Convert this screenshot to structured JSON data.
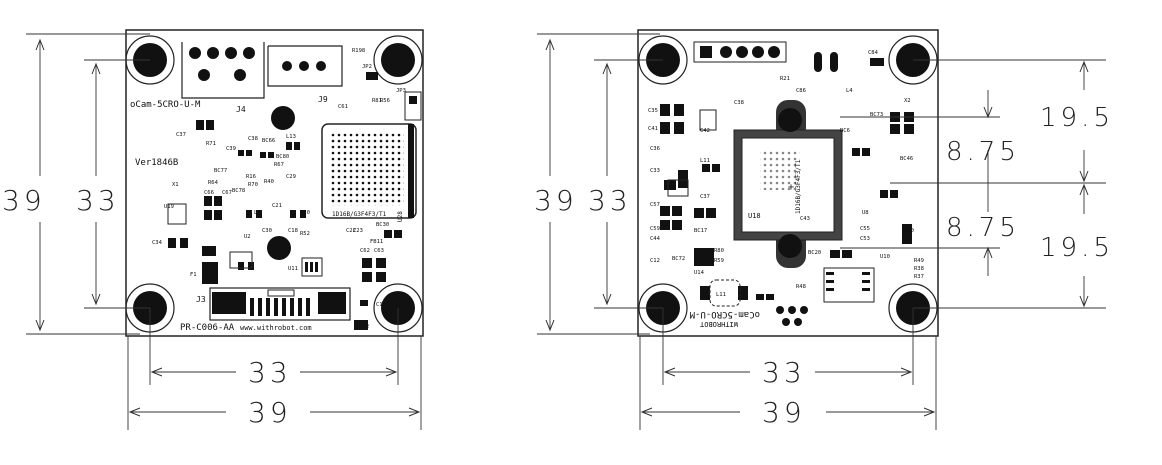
{
  "front": {
    "dims": {
      "height_outer": "39",
      "height_inner": "33",
      "width_inner": "33",
      "width_outer": "39"
    },
    "board_name": "oCam-5CRO-U-M",
    "version": "Ver1846B",
    "pcb_code": "PR-C006-AA",
    "website": "www.withrobot.com",
    "connectors": [
      "J4",
      "J9",
      "J3"
    ],
    "chip_label": "U28",
    "chip_id": "1D16B/G3F4F3/T1",
    "labels": [
      "R198",
      "JP2",
      "JP3",
      "C61",
      "R81",
      "R56",
      "C37",
      "R71",
      "C38",
      "BC66",
      "L13",
      "C39",
      "BC80",
      "R67",
      "BC77",
      "R16",
      "R70",
      "C29",
      "R40",
      "R64",
      "BC78",
      "C66",
      "C67",
      "X1",
      "C21",
      "L3",
      "R50",
      "C30",
      "C18",
      "R52",
      "C22",
      "C23",
      "BC30",
      "FB11",
      "U19",
      "C34",
      "U2",
      "F1",
      "U11",
      "C62",
      "C63",
      "C16",
      "FB12"
    ]
  },
  "back": {
    "dims": {
      "height_outer": "39",
      "height_inner": "33",
      "width_inner": "33",
      "width_outer": "39",
      "offset_top": "19.5",
      "offset_mid_top": "8.75",
      "offset_mid_bottom": "8.75",
      "offset_bottom": "19.5"
    },
    "board_name": "oCam-5CRO-U-M",
    "brand": "WITHROBOT",
    "chip_label": "U18",
    "chip_id": "1D16B/G3F4F3/T1",
    "labels": [
      "C84",
      "R21",
      "L4",
      "C86",
      "C35",
      "C41",
      "C38",
      "C33",
      "BC73",
      "BC6",
      "C36",
      "C12",
      "C42",
      "C37",
      "X2",
      "L11",
      "C43",
      "C59",
      "C44",
      "C57",
      "BC17",
      "BC20",
      "R80",
      "R59",
      "U14",
      "BC72",
      "C60",
      "U8",
      "R48",
      "R49",
      "L11",
      "U10",
      "R38",
      "R37",
      "BC46",
      "C55",
      "C53"
    ]
  }
}
